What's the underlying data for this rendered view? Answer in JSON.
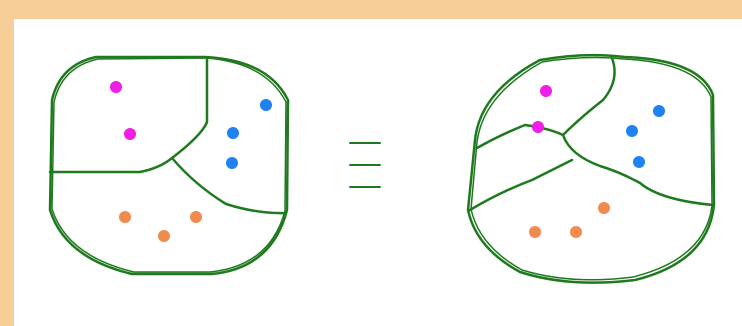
{
  "colors": {
    "frame": "#f7cd98",
    "background": "#ffffff",
    "outline": "#1f7a1f",
    "group_a": "#f01ee6",
    "group_b": "#1e82f0",
    "group_c": "#f28a4e"
  },
  "diagrams": [
    {
      "id": "left-partition",
      "regions": [
        {
          "group": "group_a",
          "points": 2
        },
        {
          "group": "group_b",
          "points": 3
        },
        {
          "group": "group_c",
          "points": 3
        }
      ]
    },
    {
      "id": "right-partition",
      "regions": [
        {
          "group": "group_a",
          "points": 2
        },
        {
          "group": "group_b",
          "points": 3
        },
        {
          "group": "group_c",
          "points": 3
        }
      ]
    }
  ],
  "relation": {
    "symbol": "equivalence-sign"
  }
}
